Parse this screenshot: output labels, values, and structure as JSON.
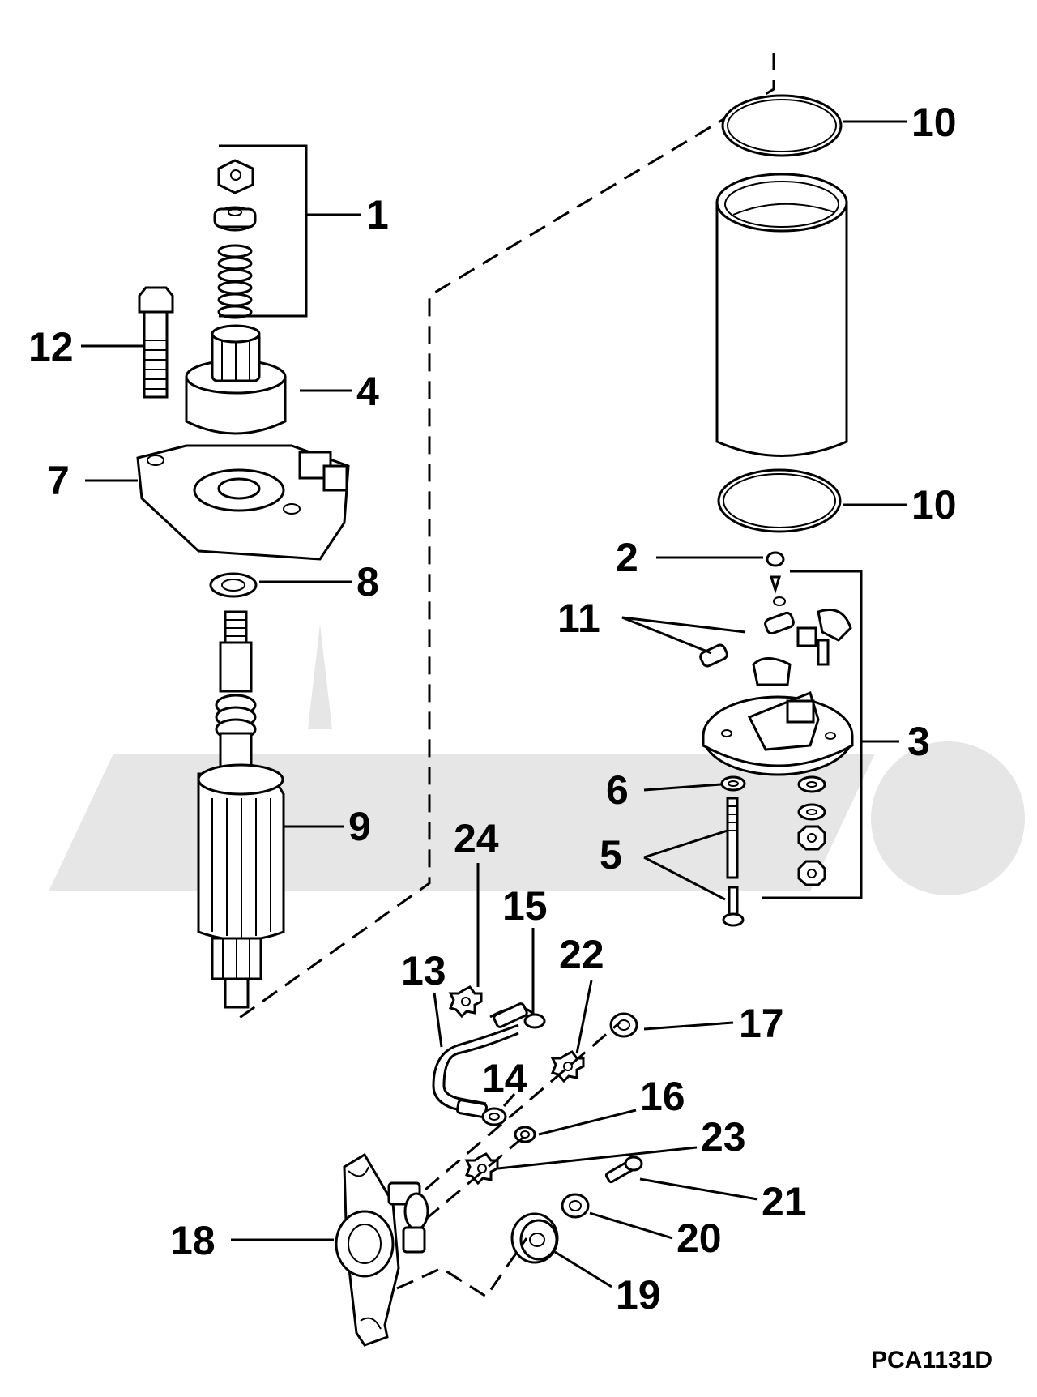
{
  "diagram": {
    "callouts": [
      "1",
      "2",
      "3",
      "4",
      "5",
      "6",
      "7",
      "8",
      "9",
      "10",
      "10",
      "11",
      "12",
      "13",
      "14",
      "15",
      "16",
      "17",
      "18",
      "19",
      "20",
      "21",
      "22",
      "23",
      "24"
    ],
    "code": "PCA1131D"
  },
  "icons": {
    "parts": [
      "nut-icon",
      "spacer-icon",
      "spring-icon",
      "bolt-icon",
      "pinion-drive-icon",
      "end-cap-icon",
      "washer-icon",
      "armature-icon",
      "frame-tube-icon",
      "o-ring-icon",
      "brush-plate-icon",
      "through-bolt-icon",
      "lead-wire-icon",
      "bracket-icon",
      "grommet-icon"
    ]
  }
}
